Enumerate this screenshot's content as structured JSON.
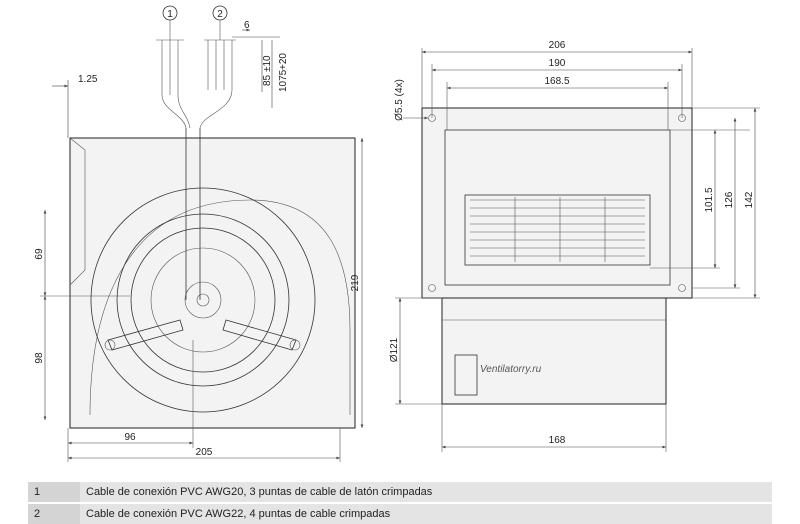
{
  "callouts": [
    "1",
    "2"
  ],
  "dimensions": {
    "left_view": {
      "wire_pitch": "6",
      "strip_length": "85",
      "strip_tol": "±10",
      "cable_length": "1075",
      "cable_tol": "+20",
      "flange": "1.25",
      "upper_height": "69",
      "lower_height": "98",
      "total_height": "219",
      "axis_offset": "96",
      "total_width": "205"
    },
    "right_view": {
      "overall_width": "206",
      "hole_pitch": "190",
      "outlet_width": "168.5",
      "holes": "Ø5.5 (4x)",
      "outlet_height": "101.5",
      "hole_pitch_v": "126",
      "flange_height": "142",
      "housing_dia": "Ø121",
      "depth": "168"
    }
  },
  "watermark": "Ventilatorry.ru",
  "legend": [
    {
      "num": "1",
      "text": "Cable de conexión PVC AWG20, 3 puntas de cable de latón crimpadas"
    },
    {
      "num": "2",
      "text": "Cable de conexión PVC AWG22, 4 puntas de cable crimpadas"
    }
  ]
}
